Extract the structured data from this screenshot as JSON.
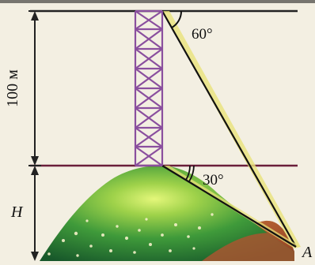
{
  "diagram": {
    "tower_height_label": "100 м",
    "hill_height_label": "H",
    "point_label": "A",
    "angle_top_label": "60°",
    "angle_bottom_label": "30°"
  },
  "colors": {
    "tower": "#8a4f9e",
    "horizontal_line": "#6a1f3a",
    "hill_light": "#d8f070",
    "hill_dark": "#1f6b2e",
    "ground": "#b25a2e",
    "background": "#f3efe2",
    "sight_line_fill": "#e9e27a"
  }
}
